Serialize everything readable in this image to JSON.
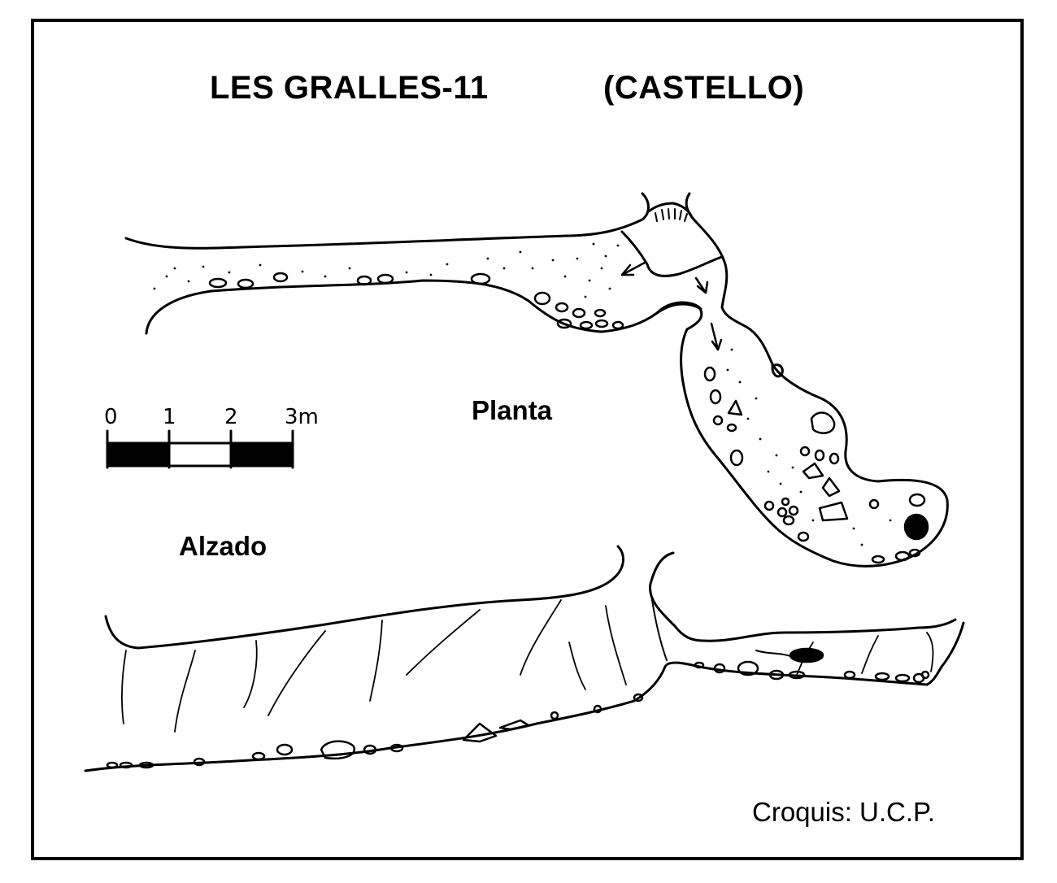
{
  "title": {
    "main": "LES GRALLES-11",
    "region": "(CASTELLO)"
  },
  "views": {
    "plan_label": "Planta",
    "elevation_label": "Alzado"
  },
  "scale_bar": {
    "ticks": [
      "0",
      "1",
      "2",
      "3m"
    ]
  },
  "credit": "Croquis:  U.C.P.",
  "colors": {
    "ink": "#000000",
    "paper": "#ffffff"
  }
}
